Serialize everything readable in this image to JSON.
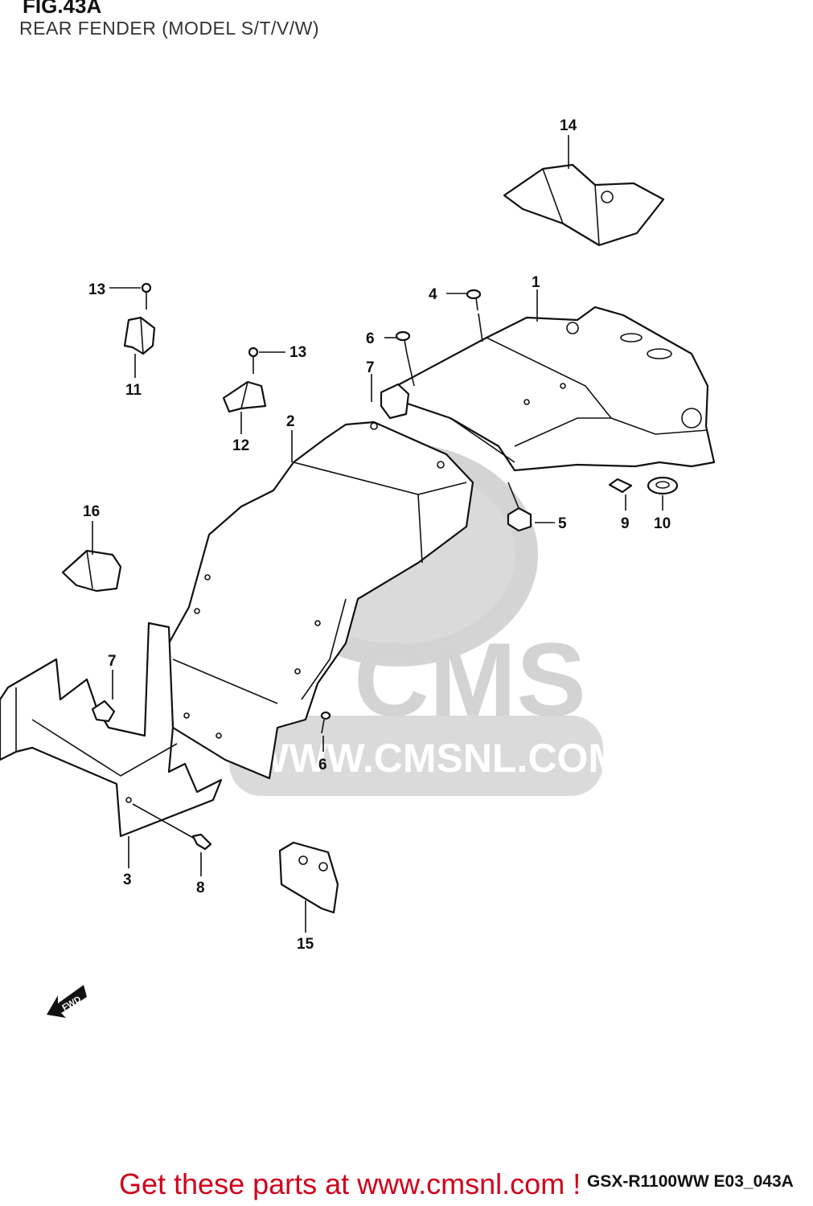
{
  "figure": {
    "id": "FIG.43A",
    "title": "REAR FENDER (MODEL S/T/V/W)"
  },
  "callouts": [
    {
      "part": "1",
      "label": "1"
    },
    {
      "part": "2",
      "label": "2"
    },
    {
      "part": "3",
      "label": "3"
    },
    {
      "part": "4",
      "label": "4"
    },
    {
      "part": "5",
      "label": "5"
    },
    {
      "part": "6a",
      "label": "6"
    },
    {
      "part": "6b",
      "label": "6"
    },
    {
      "part": "7a",
      "label": "7"
    },
    {
      "part": "7b",
      "label": "7"
    },
    {
      "part": "8",
      "label": "8"
    },
    {
      "part": "9",
      "label": "9"
    },
    {
      "part": "10",
      "label": "10"
    },
    {
      "part": "11",
      "label": "11"
    },
    {
      "part": "12",
      "label": "12"
    },
    {
      "part": "13a",
      "label": "13"
    },
    {
      "part": "13b",
      "label": "13"
    },
    {
      "part": "14",
      "label": "14"
    },
    {
      "part": "15",
      "label": "15"
    },
    {
      "part": "16",
      "label": "16"
    }
  ],
  "watermark": {
    "brand": "CMS",
    "url": "WWW.CMSNL.COM"
  },
  "direction_marker": "FWD",
  "drawing_code": "GSX-R1100WW  E03_043A",
  "footer_link": "Get these parts at www.cmsnl.com !"
}
